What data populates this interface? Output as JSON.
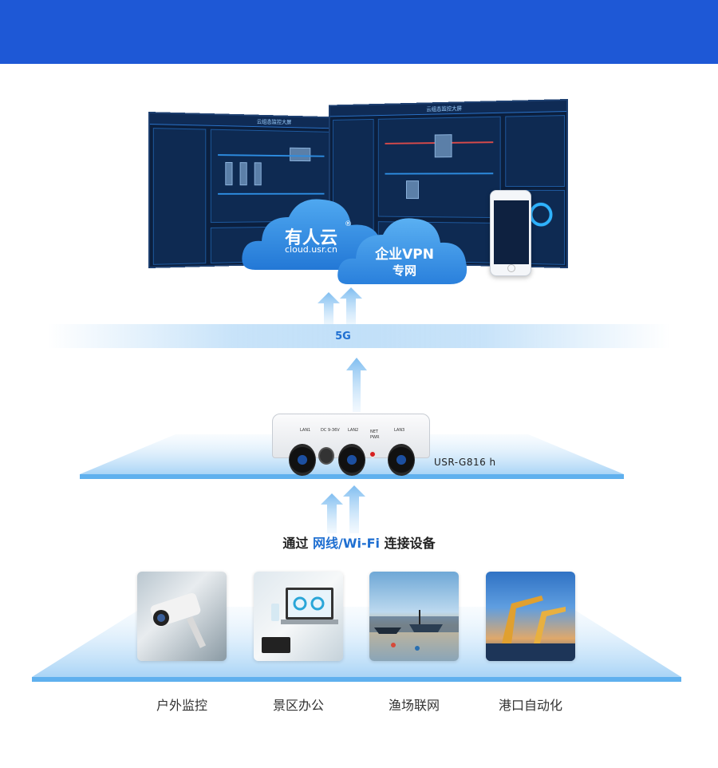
{
  "dashboard": {
    "screen1_title": "云组态监控大屏",
    "screen2_title": "云组态监控大屏"
  },
  "cloud_left": {
    "title": "有人云",
    "registered": "®",
    "subtitle": "cloud.usr.cn"
  },
  "cloud_right": {
    "title": "企业VPN",
    "subtitle": "专网"
  },
  "network_label": "5G",
  "router": {
    "model": "USR-G816 h",
    "port_labels": [
      "LAN1",
      "DC 9-36V",
      "LAN2",
      "NET",
      "PWR",
      "LAN3"
    ]
  },
  "connect": {
    "prefix": "通过 ",
    "highlight": "网线/Wi-Fi",
    "suffix": " 连接设备"
  },
  "scenarios": [
    {
      "label": "户外监控",
      "icon": "security-camera-icon"
    },
    {
      "label": "景区办公",
      "icon": "laptop-office-icon"
    },
    {
      "label": "渔场联网",
      "icon": "fishing-boats-icon"
    },
    {
      "label": "港口自动化",
      "icon": "port-cranes-icon"
    }
  ],
  "colors": {
    "top_bar": "#1e58d6",
    "accent_blue": "#1f6fd1",
    "cloud_blue": "#2f8fe3"
  }
}
